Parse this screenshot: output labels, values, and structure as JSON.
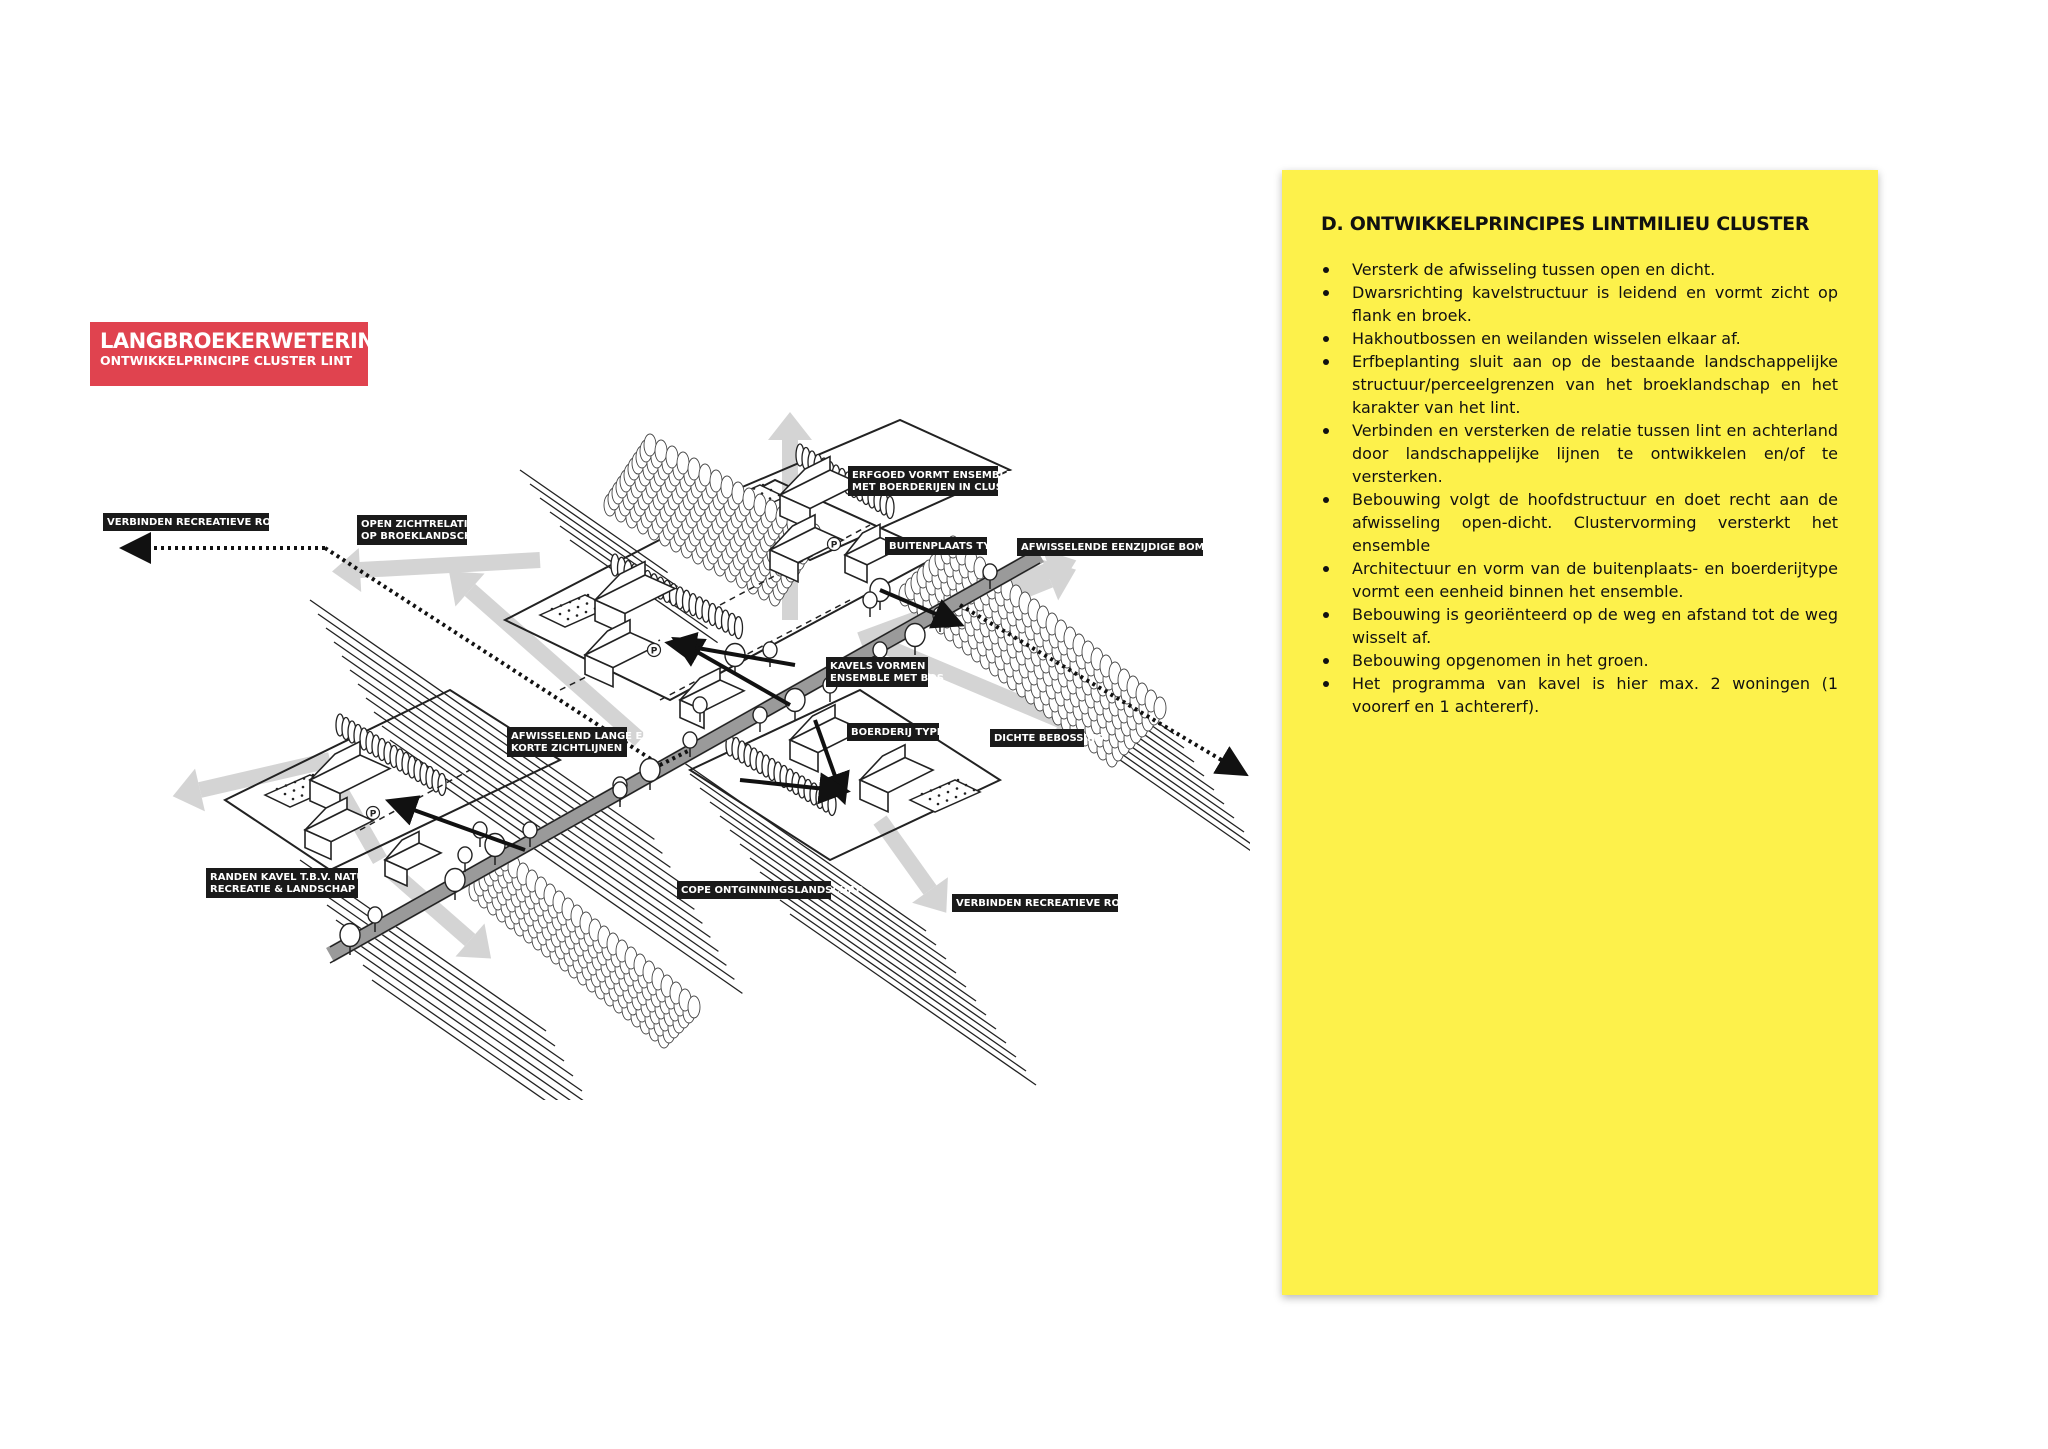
{
  "title": {
    "main": "LANGBROEKERWETERING",
    "sub": "ONTWIKKELPRINCIPE CLUSTER LINT",
    "color": "#e0434f"
  },
  "diagram": {
    "labels": [
      {
        "id": "verbinden-recreatieve-routes-west",
        "lines": [
          "VERBINDEN RECREATIEVE ROUTES"
        ]
      },
      {
        "id": "open-zichtrelatie",
        "lines": [
          "OPEN ZICHTRELATIE",
          "OP BROEKLANDSCHAP"
        ]
      },
      {
        "id": "erfgoed-ensemble",
        "lines": [
          "ERFGOED VORMT ENSEMBLE",
          "MET BOERDERIJEN IN CLUSTER"
        ]
      },
      {
        "id": "buitenplaats-type",
        "lines": [
          "BUITENPLAATS TYPE"
        ]
      },
      {
        "id": "afwisselende-bomenrij",
        "lines": [
          "AFWISSELENDE EENZIJDIGE BOMENRIJ"
        ]
      },
      {
        "id": "kavels-vormen-ensemble",
        "lines": [
          "KAVELS VORMEN",
          "ENSEMBLE MET BOS"
        ]
      },
      {
        "id": "boerderij-type",
        "lines": [
          "BOERDERIJ TYPE"
        ]
      },
      {
        "id": "dichte-bebossing",
        "lines": [
          "DICHTE BEBOSSING"
        ]
      },
      {
        "id": "afwisselend-zichtlijnen",
        "lines": [
          "AFWISSELEND LANGE EN",
          "KORTE ZICHTLIJNEN"
        ]
      },
      {
        "id": "randen-kavel",
        "lines": [
          "RANDEN KAVEL T.B.V. NATUUR,",
          "RECREATIE & LANDSCHAP"
        ]
      },
      {
        "id": "cope-ontginningslandschap",
        "lines": [
          "COPE ONTGINNINGSLANDSCHAP"
        ]
      },
      {
        "id": "verbinden-recreatieve-routes-east",
        "lines": [
          "VERBINDEN RECREATIEVE ROUTES"
        ]
      }
    ],
    "parking_symbol": "P"
  },
  "panel": {
    "heading": "D. ONTWIKKELPRINCIPES LINTMILIEU CLUSTER",
    "background": "#fdf14b",
    "bullets": [
      "Versterk de afwisseling tussen open en dicht.",
      "Dwarsrichting kavelstructuur is leidend en vormt zicht op flank en broek.",
      "Hakhoutbossen en weilanden wisselen elkaar af.",
      "Erfbeplanting sluit aan op de bestaande landschappelijke structuur/perceelgrenzen van het broeklandschap en het karakter van het lint.",
      "Verbinden en versterken de relatie tussen lint en achterland door landschappelijke lijnen te ontwikkelen en/of te versterken.",
      "Bebouwing volgt de hoofdstructuur en doet recht aan de afwisseling open-dicht. Clustervorming versterkt het ensemble",
      "Architectuur en vorm van de buitenplaats- en boerderijtype vormt een eenheid binnen het ensemble.",
      "Bebouwing is georiënteerd op de weg en afstand tot de weg wisselt af.",
      "Bebouwing opgenomen in het groen.",
      "Het programma van kavel is hier max. 2 woningen (1 voorerf en 1 achtererf)."
    ]
  }
}
